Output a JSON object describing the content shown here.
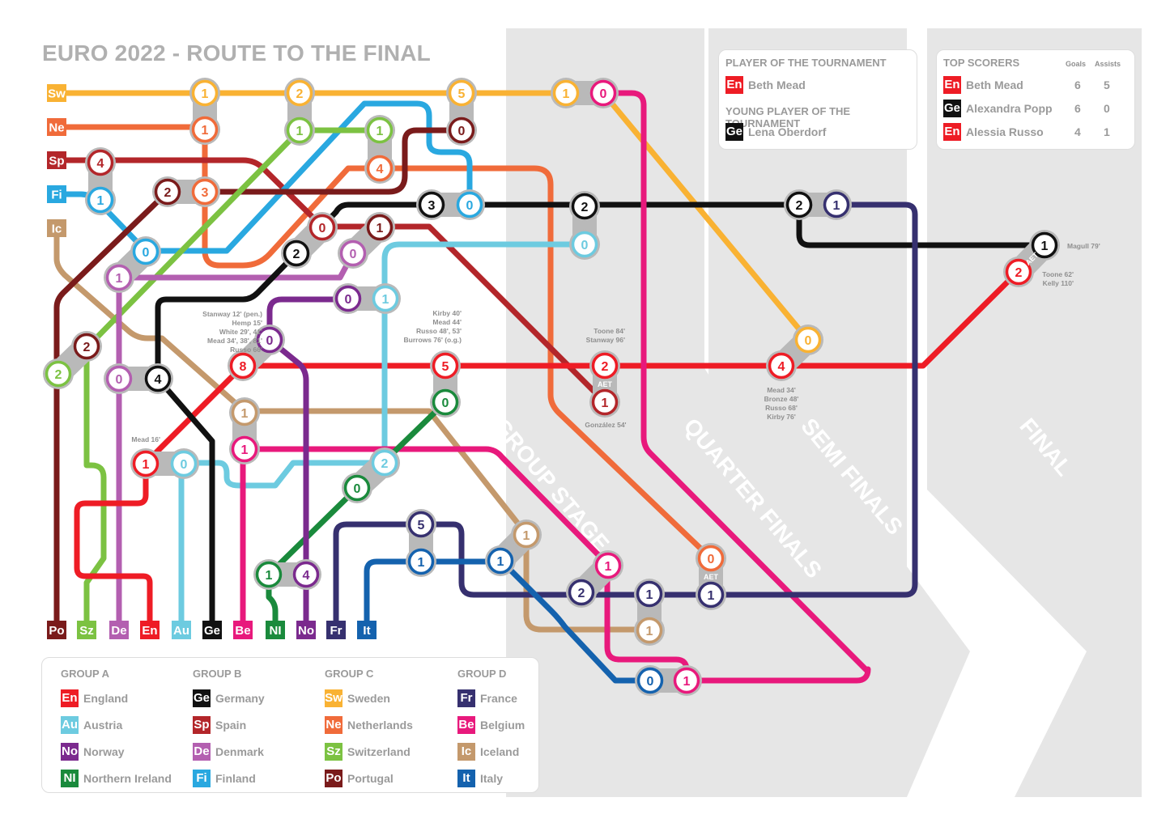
{
  "title": "EURO 2022 - ROUTE TO THE FINAL",
  "stages": [
    "GROUP STAGE",
    "QUARTER FINALS",
    "SEMI FINALS",
    "FINAL"
  ],
  "teams": {
    "En": {
      "name": "England",
      "color": "#ee1c25"
    },
    "Au": {
      "name": "Austria",
      "color": "#6dcbe0"
    },
    "No": {
      "name": "Norway",
      "color": "#7b2a8e"
    },
    "NI": {
      "name": "Northern Ireland",
      "color": "#1a8a3c"
    },
    "Ge": {
      "name": "Germany",
      "color": "#111111"
    },
    "Sp": {
      "name": "Spain",
      "color": "#b3262a"
    },
    "De": {
      "name": "Denmark",
      "color": "#b35fb0"
    },
    "Fi": {
      "name": "Finland",
      "color": "#29a8e0"
    },
    "Sw": {
      "name": "Sweden",
      "color": "#f9b233"
    },
    "Ne": {
      "name": "Netherlands",
      "color": "#f06b3a"
    },
    "Sz": {
      "name": "Switzerland",
      "color": "#7cc242"
    },
    "Po": {
      "name": "Portugal",
      "color": "#7a1b1b"
    },
    "Fr": {
      "name": "France",
      "color": "#36306f"
    },
    "Be": {
      "name": "Belgium",
      "color": "#e8197c"
    },
    "Ic": {
      "name": "Iceland",
      "color": "#c4996c"
    },
    "It": {
      "name": "Italy",
      "color": "#1462ae"
    }
  },
  "start_labels": [
    "Sw",
    "Ne",
    "Sp",
    "Fi",
    "Ic"
  ],
  "end_labels": [
    "Po",
    "Sz",
    "De",
    "En",
    "Au",
    "Ge",
    "Be",
    "NI",
    "No",
    "Fr",
    "It"
  ],
  "groups": [
    {
      "name": "GROUP A",
      "teams": [
        {
          "code": "En",
          "name": "England"
        },
        {
          "code": "Au",
          "name": "Austria"
        },
        {
          "code": "No",
          "name": "Norway"
        },
        {
          "code": "NI",
          "name": "Northern Ireland"
        }
      ]
    },
    {
      "name": "GROUP B",
      "teams": [
        {
          "code": "Ge",
          "name": "Germany"
        },
        {
          "code": "Sp",
          "name": "Spain"
        },
        {
          "code": "De",
          "name": "Denmark"
        },
        {
          "code": "Fi",
          "name": "Finland"
        }
      ]
    },
    {
      "name": "GROUP C",
      "teams": [
        {
          "code": "Sw",
          "name": "Sweden"
        },
        {
          "code": "Ne",
          "name": "Netherlands"
        },
        {
          "code": "Sz",
          "name": "Switzerland"
        },
        {
          "code": "Po",
          "name": "Portugal"
        }
      ]
    },
    {
      "name": "GROUP D",
      "teams": [
        {
          "code": "Fr",
          "name": "France"
        },
        {
          "code": "Be",
          "name": "Belgium"
        },
        {
          "code": "Ic",
          "name": "Iceland"
        },
        {
          "code": "It",
          "name": "Italy"
        }
      ]
    }
  ],
  "awards": {
    "player_heading": "PLAYER OF THE TOURNAMENT",
    "player": {
      "code": "En",
      "name": "Beth Mead"
    },
    "young_heading": "YOUNG PLAYER OF THE TOURNAMENT",
    "young": {
      "code": "Ge",
      "name": "Lena Oberdorf"
    }
  },
  "top_scorers": {
    "heading": "TOP SCORERS",
    "col_goals": "Goals",
    "col_assists": "Assists",
    "rows": [
      {
        "code": "En",
        "name": "Beth Mead",
        "goals": "6",
        "assists": "5"
      },
      {
        "code": "Ge",
        "name": "Alexandra Popp",
        "goals": "6",
        "assists": "0"
      },
      {
        "code": "En",
        "name": "Alessia Russo",
        "goals": "4",
        "assists": "1"
      }
    ]
  },
  "matches": [
    {
      "a": "Sw",
      "sa": "1",
      "b": "Ne",
      "sb": "1"
    },
    {
      "a": "Sw",
      "sa": "2",
      "b": "Sz",
      "sb": "1"
    },
    {
      "a": "Sw",
      "sa": "5",
      "b": "Po",
      "sb": "0"
    },
    {
      "a": "Sp",
      "sa": "4",
      "b": "Fi",
      "sb": "1"
    },
    {
      "a": "Po",
      "sa": "2",
      "b": "Ne",
      "sb": "3"
    },
    {
      "a": "Sz",
      "sa": "1",
      "b": "Ne",
      "sb": "4"
    },
    {
      "a": "Ge",
      "sa": "3",
      "b": "Fi",
      "sb": "0"
    },
    {
      "a": "Ge",
      "sa": "2",
      "b": "Au",
      "sb": "0"
    },
    {
      "a": "Sp",
      "sa": "0",
      "b": "Ge",
      "sb": "2"
    },
    {
      "a": "Po",
      "sa": "1",
      "b": "De",
      "sb": "0"
    },
    {
      "a": "De",
      "sa": "1",
      "b": "Fi",
      "sb": "0"
    },
    {
      "a": "No",
      "sa": "0",
      "b": "Au",
      "sb": "1"
    },
    {
      "a": "Po",
      "sa": "2",
      "b": "Sz",
      "sb": "2"
    },
    {
      "a": "De",
      "sa": "0",
      "b": "Ge",
      "sb": "4"
    },
    {
      "a": "En",
      "sa": "8",
      "b": "No",
      "sb": "0"
    },
    {
      "a": "En",
      "sa": "5",
      "b": "NI",
      "sb": "0"
    },
    {
      "a": "En",
      "sa": "2",
      "b": "Sp",
      "sb": "1",
      "note": "AET"
    },
    {
      "a": "En",
      "sa": "4",
      "b": "Sw",
      "sb": "0"
    },
    {
      "a": "Ge",
      "sa": "2",
      "b": "Fr",
      "sb": "1"
    },
    {
      "a": "Ge",
      "sa": "1",
      "b": "En",
      "sb": "2",
      "note": "AET"
    },
    {
      "a": "Ic",
      "sa": "1",
      "b": "Be",
      "sb": "1"
    },
    {
      "a": "En",
      "sa": "1",
      "b": "Au",
      "sb": "0"
    },
    {
      "a": "Au",
      "sa": "2",
      "b": "NI",
      "sb": "0"
    },
    {
      "a": "NI",
      "sa": "1",
      "b": "No",
      "sb": "4"
    },
    {
      "a": "Fr",
      "sa": "5",
      "b": "It",
      "sb": "1"
    },
    {
      "a": "It",
      "sa": "1",
      "b": "Ic",
      "sb": "1"
    },
    {
      "a": "Be",
      "sa": "1",
      "b": "Fr",
      "sb": "2"
    },
    {
      "a": "Fr",
      "sa": "1",
      "b": "Ic",
      "sb": "1"
    },
    {
      "a": "Ne",
      "sa": "0",
      "b": "Fr",
      "sb": "1",
      "note": "AET"
    },
    {
      "a": "It",
      "sa": "0",
      "b": "Be",
      "sb": "1"
    },
    {
      "a": "Sw",
      "sa": "1",
      "b": "Be",
      "sb": "0"
    }
  ],
  "annotations": [
    {
      "id": "no8",
      "lines": [
        "Stanway 12' (pen.)",
        "Hemp 15'",
        "White 29', 41'",
        "Mead 34', 38', 81'",
        "Russo 66'"
      ]
    },
    {
      "id": "ni5",
      "lines": [
        "Kirby 40'",
        "Mead 44'",
        "Russo 48', 53'",
        "Burrows 76' (o.g.)"
      ]
    },
    {
      "id": "qf",
      "lines": [
        "Toone 84'",
        "Stanway 96'"
      ]
    },
    {
      "id": "qf_sp",
      "lines": [
        "González 54'"
      ]
    },
    {
      "id": "sf",
      "lines": [
        "Mead 34'",
        "Bronze 48'",
        "Russo 68'",
        "Kirby 76'"
      ]
    },
    {
      "id": "au1",
      "lines": [
        "Mead 16'"
      ]
    },
    {
      "id": "final_ge",
      "lines": [
        "Magull 79'"
      ]
    },
    {
      "id": "final_en",
      "lines": [
        "Toone 62'",
        "Kelly 110'"
      ]
    }
  ]
}
